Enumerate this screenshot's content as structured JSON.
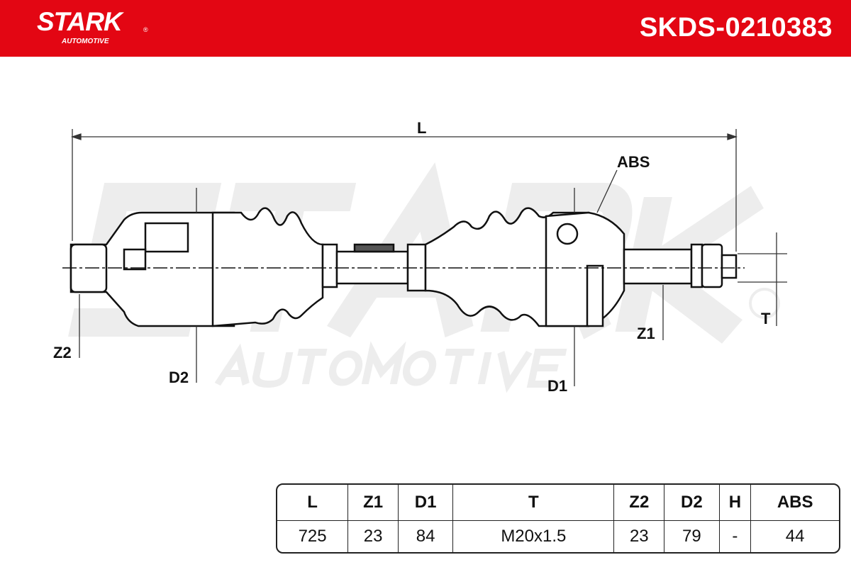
{
  "header": {
    "brand": "STARK",
    "brand_sub": "AUTOMOTIVE",
    "registered": "®",
    "part_number": "SKDS-0210383",
    "color": "#e30613"
  },
  "diagram": {
    "labels": {
      "L": "L",
      "ABS": "ABS",
      "Z2": "Z2",
      "D2": "D2",
      "D1": "D1",
      "Z1": "Z1",
      "T": "T"
    },
    "watermark": "STARK",
    "watermark_sub": "AUTOMOTIVE"
  },
  "spec_table": {
    "headers": [
      "L",
      "Z1",
      "D1",
      "T",
      "Z2",
      "D2",
      "H",
      "ABS"
    ],
    "values": [
      "725",
      "23",
      "84",
      "M20x1.5",
      "23",
      "79",
      "-",
      "44"
    ]
  }
}
